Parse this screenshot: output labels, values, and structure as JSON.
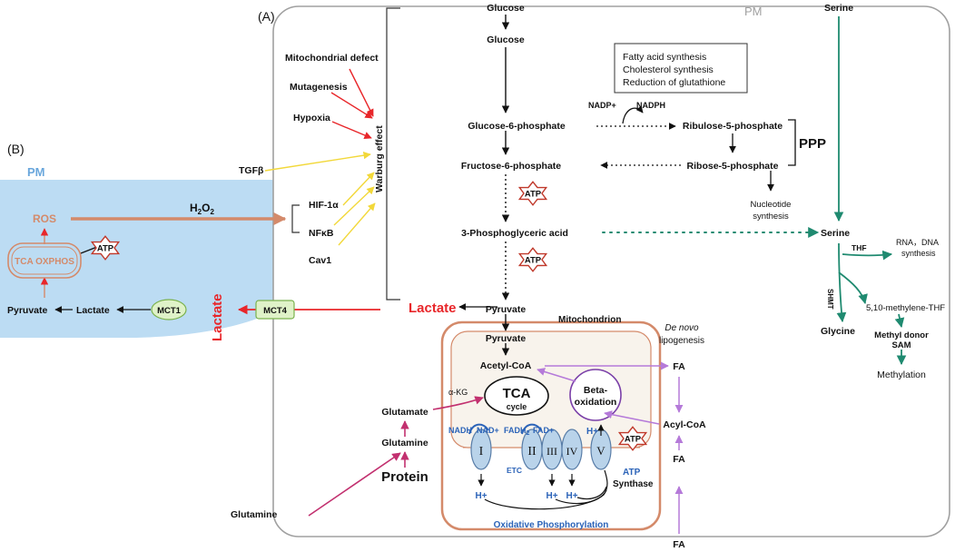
{
  "panels": {
    "a": "(A)",
    "b": "(B)"
  },
  "pm_a": "PM",
  "pm_b": "PM",
  "glycolysis": {
    "glucose_out": "Glucose",
    "glucose_in": "Glucose",
    "g6p": "Glucose-6-phosphate",
    "f6p": "Fructose-6-phosphate",
    "pga": "3-Phosphoglyceric acid",
    "pyruvate": "Pyruvate",
    "lactate": "Lactate"
  },
  "ppp": {
    "nadp": "NADP+",
    "nadph": "NADPH",
    "ru5p": "Ribulose-5-phosphate",
    "r5p": "Ribose-5-phosphate",
    "label": "PPP",
    "nucleotide_1": "Nucleotide",
    "nucleotide_2": "synthesis",
    "box": [
      "Fatty acid synthesis",
      "Cholesterol synthesis",
      "Reduction of glutathione"
    ]
  },
  "atp": "ATP",
  "warburg": {
    "label": "Warburg effect",
    "mito_defect": "Mitochondrial defect",
    "mutagenesis": "Mutagenesis",
    "hypoxia": "Hypoxia",
    "tgfb": "TGFβ",
    "hif": "HIF-1α",
    "nfkb": "NFκB",
    "cav1": "Cav1"
  },
  "h2o2": {
    "main": "H",
    "sub1": "2",
    "mid": "O",
    "sub2": "2"
  },
  "transport": {
    "mct4": "MCT4",
    "mct1": "MCT1",
    "lactate_vertical": "Lactate"
  },
  "cell_b": {
    "ros": "ROS",
    "tca_oxphos": "TCA OXPHOS",
    "pyruvate": "Pyruvate",
    "lactate": "Lactate"
  },
  "serine": {
    "serine_out": "Serine",
    "serine_in": "Serine",
    "thf": "THF",
    "rna_1": "RNA，DNA",
    "rna_2": "synthesis",
    "shmt": "SHMT",
    "methylene": "5,10-methylene-THF",
    "glycine": "Glycine",
    "donor": "Methyl donor",
    "sam": "SAM",
    "methylation": "Methylation"
  },
  "mito": {
    "label": "Mitochondrion",
    "pyruvate": "Pyruvate",
    "acetyl": "Acetyl-CoA",
    "akg": "α-KG",
    "tca": "TCA",
    "cycle": "cycle",
    "beta_1": "Beta-",
    "beta_2": "oxidation",
    "nadh": "NADH",
    "nadplus": "NAD+",
    "fadh": "FADH",
    "fadh_sub": "2",
    "fad": "FAD+",
    "hplus": "H+",
    "complexes": [
      "I",
      "II",
      "III",
      "IV",
      "V"
    ],
    "etc": "ETC",
    "atp_1": "ATP",
    "atp_2": "Synthase",
    "oxphos": "Oxidative Phosphorylation"
  },
  "glutamine": {
    "glutamate": "Glutamate",
    "glutamine_in": "Glutamine",
    "protein": "Protein",
    "glutamine_out": "Glutamine"
  },
  "lipid": {
    "denovo": "De novo",
    "lipogenesis": "lipogenesis",
    "fa1": "FA",
    "acyl": "Acyl-CoA",
    "fa2": "FA",
    "fa3": "FA"
  },
  "colors": {
    "pm_grey": "#a0a0a0",
    "red": "#e8262a",
    "yellow": "#f2d83a",
    "orange_brown": "#d48a6a",
    "teal": "#1f8a70",
    "purple": "#b57ad9",
    "magenta": "#c2306f",
    "blue_text": "#2b63b8",
    "complex_fill": "#b9d3ea",
    "cell_b_fill": "#bcdcf3",
    "mct_fill": "#dff2c8"
  }
}
